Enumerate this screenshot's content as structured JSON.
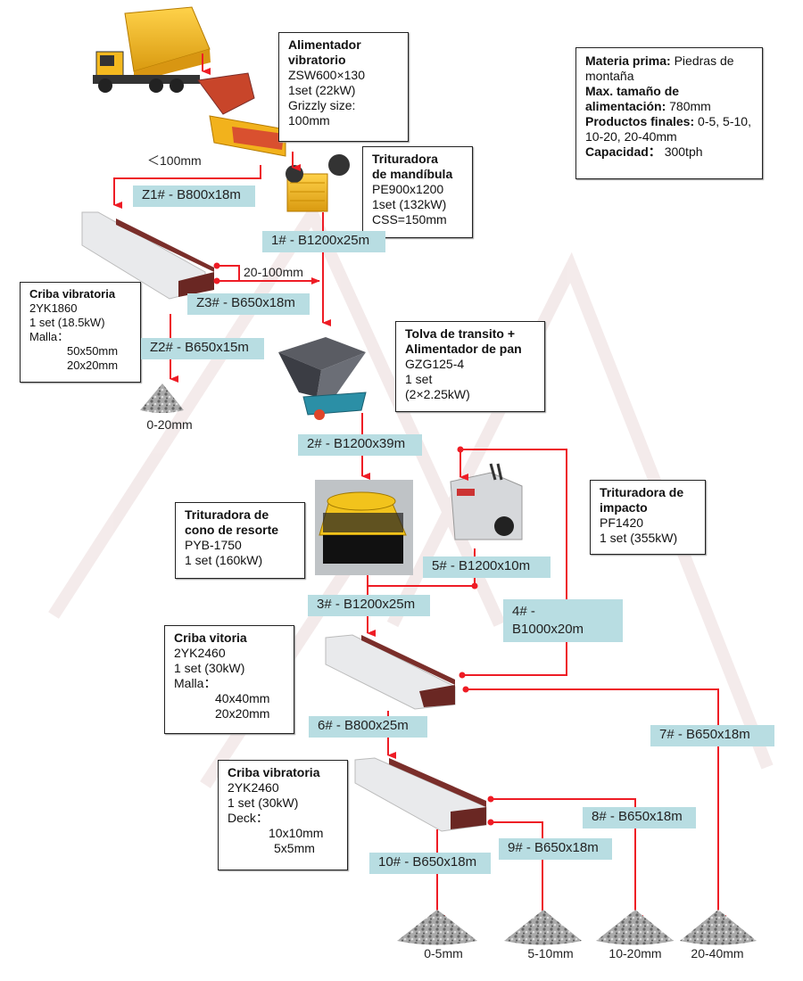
{
  "title": "Flujo de proceso de trituración de piedras de montaña 300tph",
  "colors": {
    "flow_line": "#ee1c25",
    "belt_bg": "#b8dde2",
    "screen_frame": "#7a2e2a",
    "machine_yellow": "#f2b21c"
  },
  "summary": {
    "materia_label": "Materia prima:",
    "materia_value": "Piedras de montaña",
    "max_label": "Max. tamaño de alimentación:",
    "max_value": "780mm",
    "productos_label": "Productos finales:",
    "productos_value": "0-5, 5-10, 10-20, 20-40mm",
    "capacidad_label": "Capacidad：",
    "capacidad_value": "300tph"
  },
  "equipment": {
    "feeder": {
      "title_1": "Alimentador",
      "title_2": "vibratorio",
      "model": "ZSW600×130",
      "spec": "1set  (22kW)",
      "extra_1": "Grizzly size:",
      "extra_2": "100mm"
    },
    "jaw": {
      "title_1": "Trituradora",
      "title_2": "de mandíbula",
      "model": "PE900x1200",
      "spec": "1set  (132kW)",
      "extra": "CSS=150mm"
    },
    "screen1": {
      "title": "Criba vibratoria",
      "model": "2YK1860",
      "spec": "1 set  (18.5kW)",
      "mesh_label": "Malla：",
      "mesh_1": "50x50mm",
      "mesh_2": "20x20mm"
    },
    "hopper": {
      "title_1": "Tolva de transito +",
      "title_2": "Alimentador de pan",
      "model": "GZG125-4",
      "spec_1": "1 set",
      "spec_2": "(2×2.25kW)"
    },
    "cone": {
      "title_1": "Trituradora de",
      "title_2": "cono de resorte",
      "model": "PYB-1750",
      "spec": "1 set  (160kW)"
    },
    "impact": {
      "title_1": "Trituradora de",
      "title_2": "impacto",
      "model": "PF1420",
      "spec": "1 set  (355kW)"
    },
    "screen2": {
      "title": "Criba vitoria",
      "model": "2YK2460",
      "spec": "1 set  (30kW)",
      "mesh_label": "Malla：",
      "mesh_1": "40x40mm",
      "mesh_2": "20x20mm"
    },
    "screen3": {
      "title": "Criba vibratoria",
      "model": "2YK2460",
      "spec": "1 set  (30kW)",
      "mesh_label": "Deck：",
      "mesh_1": "10x10mm",
      "mesh_2": "5x5mm"
    }
  },
  "belts": {
    "z1": "Z1# - B800x18m",
    "b1": "1# - B1200x25m",
    "z3": "Z3# - B650x18m",
    "z2": "Z2# - B650x15m",
    "b2": "2# - B1200x39m",
    "b5": "5# - B1200x10m",
    "b3": "3# - B1200x25m",
    "b4_1": "4# -",
    "b4_2": "B1000x20m",
    "b6": "6# - B800x25m",
    "b7": "7# - B650x18m",
    "b8": "8# - B650x18m",
    "b9": "9# - B650x18m",
    "b10": "10# - B650x18m"
  },
  "flow_labels": {
    "under100": "＜100mm",
    "range20_100": "20-100mm"
  },
  "products": [
    {
      "label": "0-20mm"
    },
    {
      "label": "0-5mm"
    },
    {
      "label": "5-10mm"
    },
    {
      "label": "10-20mm"
    },
    {
      "label": "20-40mm"
    }
  ]
}
